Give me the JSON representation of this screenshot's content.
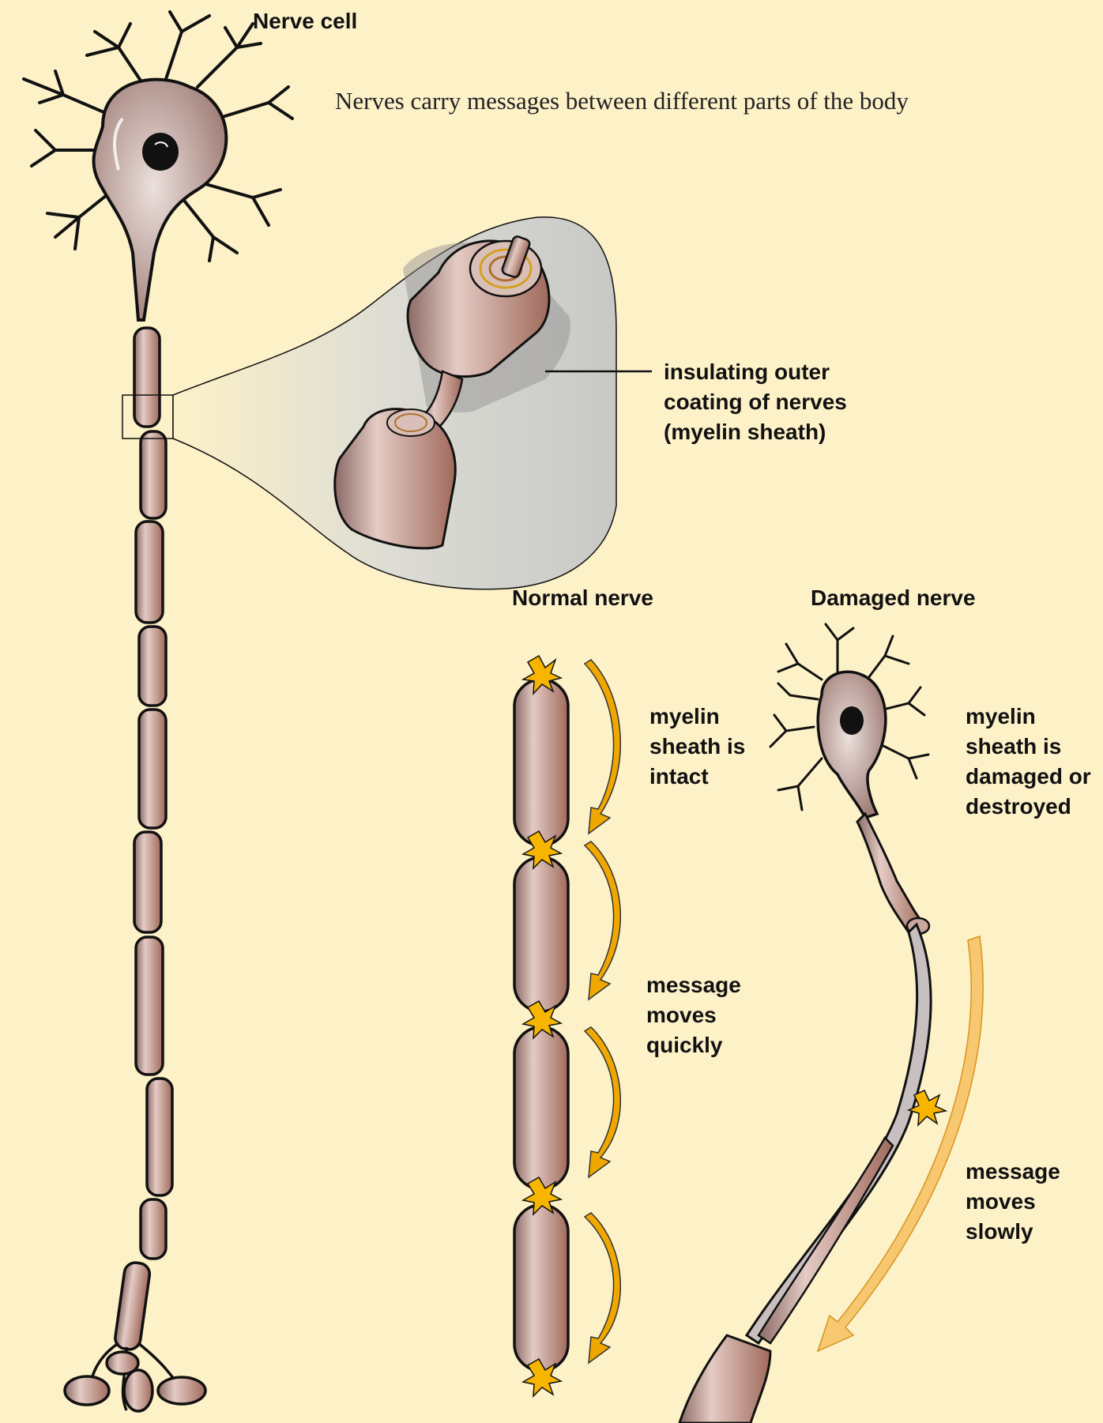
{
  "title": "Nerves carry messages between different parts of the body",
  "labels": {
    "nerve_cell": "Nerve cell",
    "myelin_sheath": "insulating outer coating of nerves (myelin sheath)",
    "normal_nerve": "Normal nerve",
    "damaged_nerve": "Damaged nerve",
    "intact": "myelin sheath is intact",
    "moves_quickly": "message moves quickly",
    "damaged": "myelin sheath is damaged or destroyed",
    "moves_slowly": "message moves slowly"
  },
  "colors": {
    "background": "#fdf1c8",
    "nerve_tissue": "#b98a80",
    "arrow": "#f0a800",
    "arrow_faded": "#f7c870",
    "spark": "#f7b500",
    "nucleus": "#111111"
  }
}
